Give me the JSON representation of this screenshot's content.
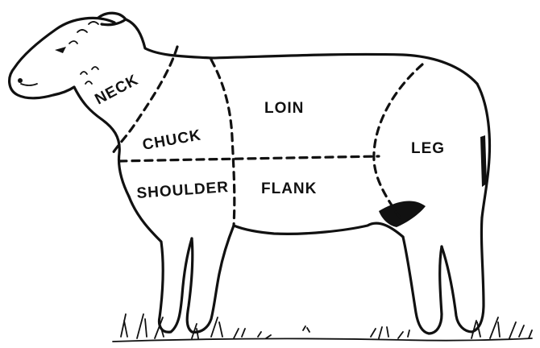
{
  "diagram": {
    "subject_icon": "sheep-illustration",
    "cuts": [
      {
        "id": "neck",
        "label": "NECK"
      },
      {
        "id": "chuck",
        "label": "CHUCK"
      },
      {
        "id": "loin",
        "label": "LOIN"
      },
      {
        "id": "leg",
        "label": "LEG"
      },
      {
        "id": "shoulder",
        "label": "SHOULDER"
      },
      {
        "id": "flank",
        "label": "FLANK"
      }
    ],
    "ink_color": "#111111",
    "background_color": "#ffffff"
  }
}
